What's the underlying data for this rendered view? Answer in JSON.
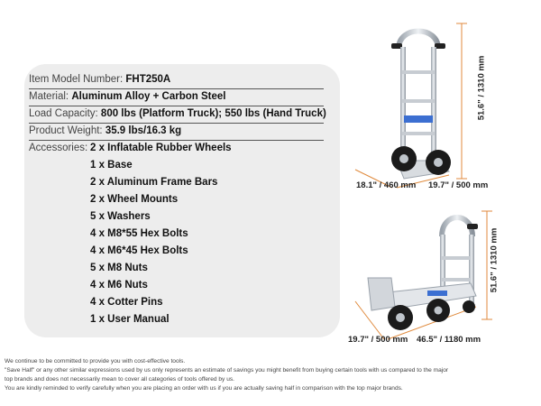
{
  "specs": {
    "model_label": "Item Model Number:",
    "model_value": "FHT250A",
    "material_label": "Material:",
    "material_value": "Aluminum Alloy + Carbon Steel",
    "load_label": "Load Capacity:",
    "load_value": "800 lbs (Platform Truck); 550 lbs (Hand Truck)",
    "weight_label": "Product Weight:",
    "weight_value": "35.9 lbs/16.3 kg",
    "accessories_label": "Accessories:",
    "accessories": [
      "2 x Inflatable Rubber Wheels",
      "1 x Base",
      "2 x Aluminum Frame Bars",
      "2 x Wheel Mounts",
      "5 x Washers",
      "4 x M8*55 Hex Bolts",
      "4 x M6*45 Hex Bolts",
      "5 x M8 Nuts",
      "4 x M6 Nuts",
      "4 x Cotter Pins",
      "1 x User Manual"
    ]
  },
  "dimensions": {
    "upright_height": "51.6\" / 1310 mm",
    "upright_depth": "18.1\" / 460 mm",
    "upright_width": "19.7\" / 500 mm",
    "platform_height": "51.6\" / 1310 mm",
    "platform_width": "19.7\" / 500 mm",
    "platform_length": "46.5\" / 1180 mm"
  },
  "disclaimer": [
    "We continue to be committed to provide you with cost-effective tools.",
    "\"Save Half\" or any other similar expressions used by us only represents an estimate of savings you might benefit from buying certain tools with us compared to the major",
    "top brands and does not necessarily mean to cover all categories of tools offered by us.",
    "You are kindly reminded to verify carefully when you are placing an order with us if you are actually saving half in comparison with the top major brands."
  ]
}
